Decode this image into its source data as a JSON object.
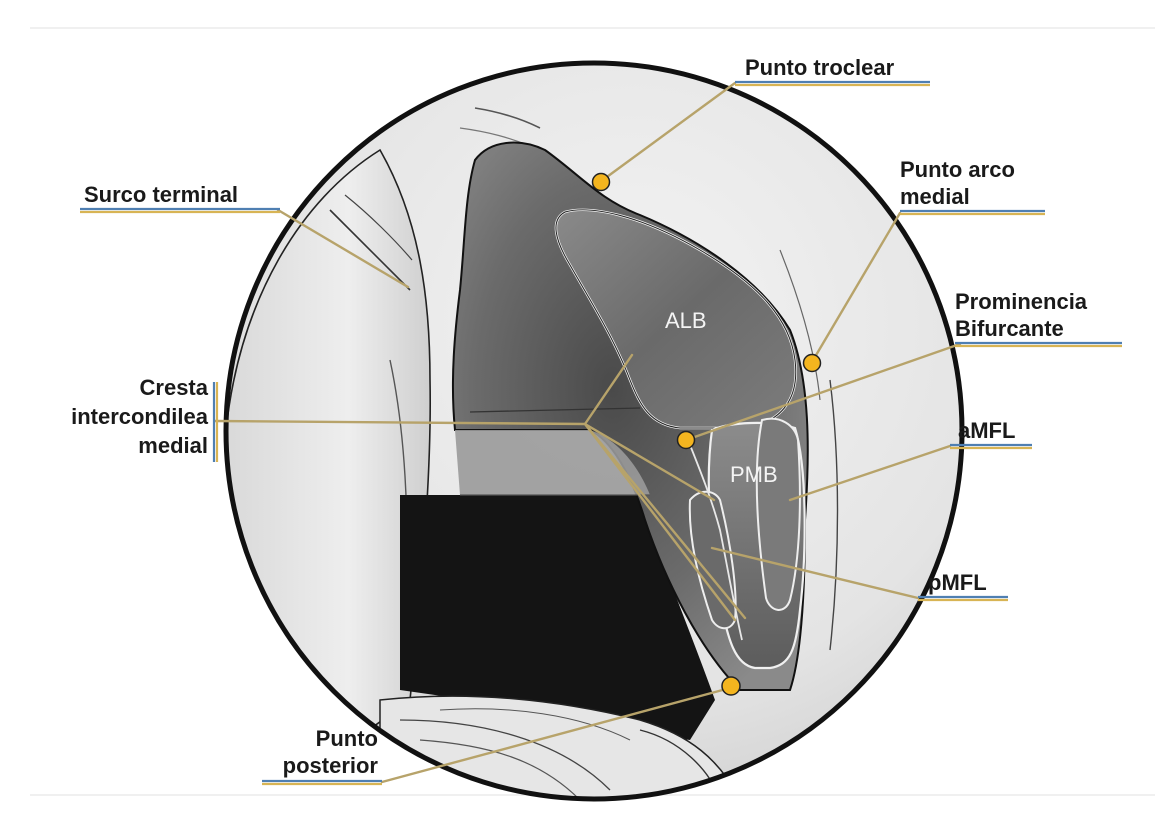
{
  "colors": {
    "leader_line": "#b7a36a",
    "dot": "#f4b51f",
    "underline_blue": "#4f7fb2",
    "underline_gold": "#d8b454",
    "text": "#1a1a1a",
    "outline": "#111111"
  },
  "labels": {
    "punto_troclear": "Punto troclear",
    "surco_terminal": "Surco terminal",
    "punto_arco_medial_1": "Punto arco",
    "punto_arco_medial_2": "medial",
    "prominencia_1": "Prominencia",
    "prominencia_2": "Bifurcante",
    "cresta_1": "Cresta",
    "cresta_2": "intercondilea",
    "cresta_3": "medial",
    "amfl": "aMFL",
    "pmfl": "pMFL",
    "punto_posterior_1": "Punto",
    "punto_posterior_2": "posterior"
  },
  "regions": {
    "alb": "ALB",
    "pmb": "PMB"
  }
}
